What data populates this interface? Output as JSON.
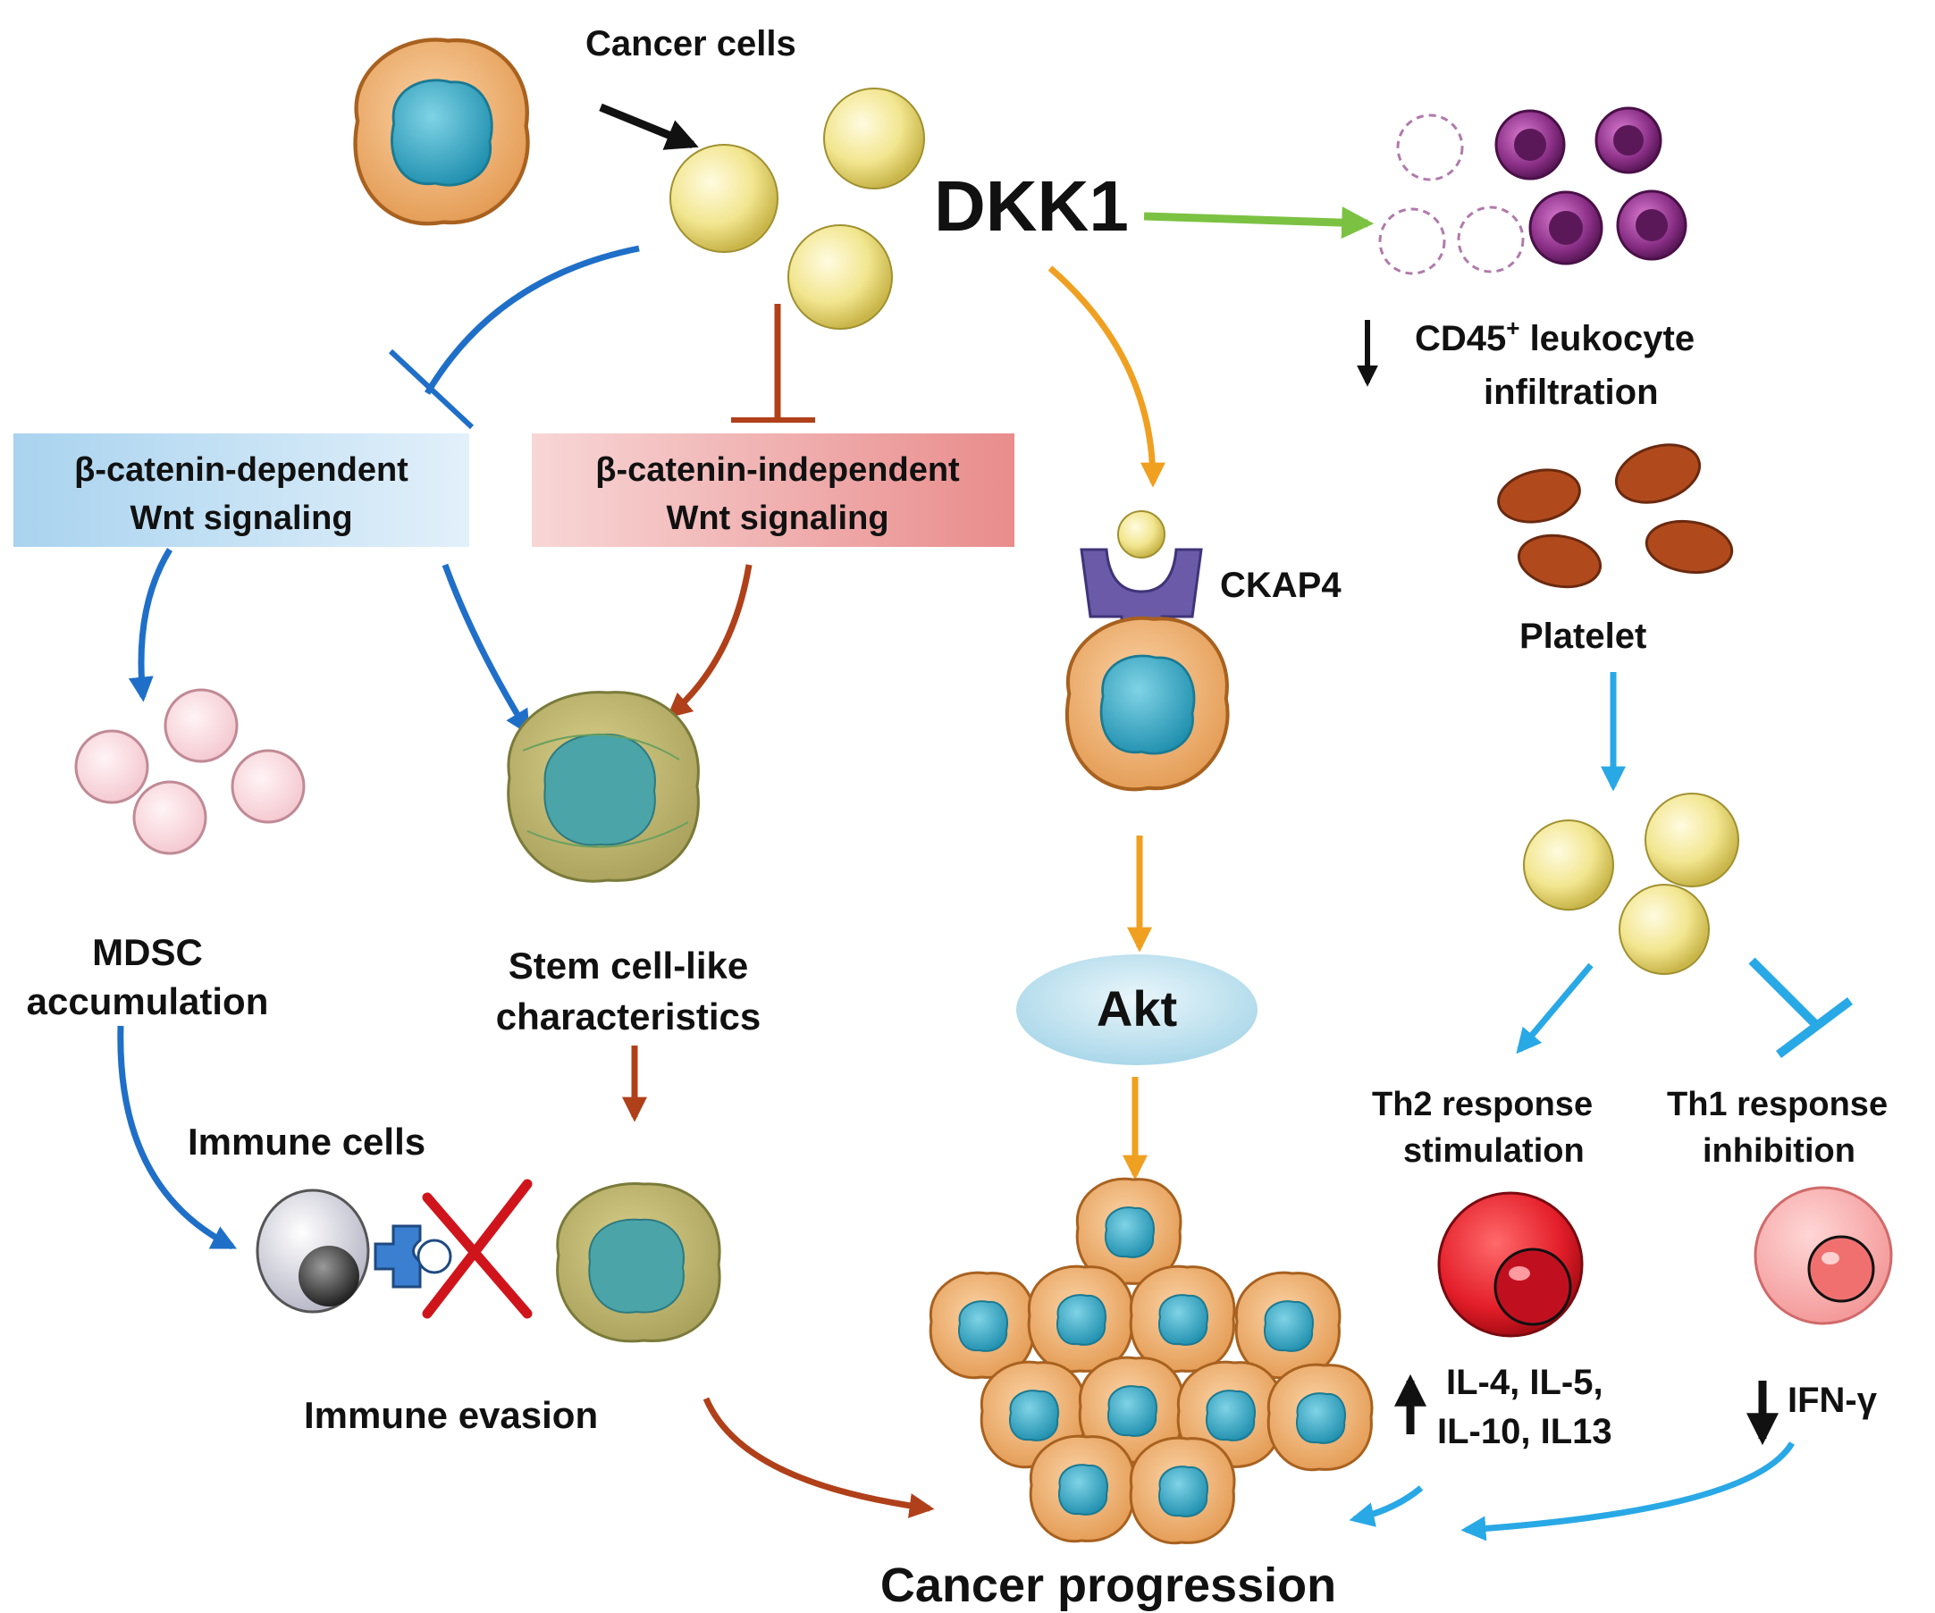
{
  "labels": {
    "cancer_cells": "Cancer cells",
    "dkk1": "DKK1",
    "cd45_line1_prefix": "CD45",
    "cd45_sup": "+",
    "cd45_line1_suffix": " leukocyte",
    "cd45_line2": "infiltration",
    "platelet": "Platelet",
    "beta_dep_line1": "β-catenin-dependent",
    "beta_dep_line2": "Wnt signaling",
    "beta_indep_line1": "β-catenin-independent",
    "beta_indep_line2": "Wnt signaling",
    "ckap4": "CKAP4",
    "akt": "Akt",
    "mdsc_line1": "MDSC",
    "mdsc_line2": "accumulation",
    "stem_line1": "Stem cell-like",
    "stem_line2": "characteristics",
    "immune_cells": "Immune cells",
    "immune_evasion": "Immune evasion",
    "th2_line1": "Th2 response",
    "th2_line2": "stimulation",
    "th1_line1": "Th1 response",
    "th1_line2": "inhibition",
    "il_line1": "IL-4, IL-5,",
    "il_line2": "IL-10, IL13",
    "ifn": "IFN-γ",
    "cancer_progression": "Cancer progression"
  },
  "colors": {
    "blue_pathway": "#1f6fc8",
    "brown_pathway": "#b0401a",
    "orange_pathway": "#f0a020",
    "green_arrow": "#7cc242",
    "light_blue": "#29a8e6",
    "dependent_box": "#c9e3f4",
    "independent_box": "#ee9e9e",
    "dkk1_protein": "#f2e690",
    "cancer_cell_body": "#efa965",
    "nucleus": "#3fa5c0",
    "akt_ellipse": "#bfe2ef",
    "red_x": "#d0141c"
  },
  "icons": [
    "cancer-cell-icon",
    "dkk1-protein-icon",
    "leukocyte-icon",
    "platelet-icon",
    "ckap4-receptor-icon",
    "mdsc-icon",
    "stem-cell-icon",
    "immune-cell-icon",
    "th2-cell-icon",
    "th1-cell-icon",
    "tumor-cluster-icon",
    "block-x-icon"
  ]
}
